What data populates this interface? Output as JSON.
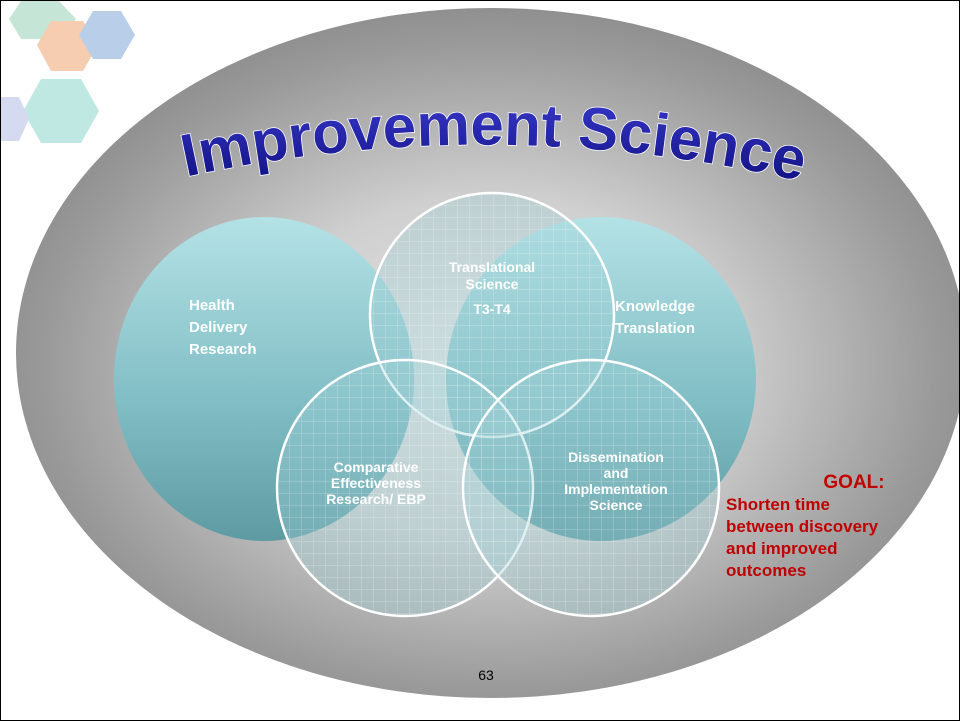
{
  "diagram": {
    "title": "Improvement Science",
    "circles": {
      "health_delivery": [
        "Health",
        "Delivery",
        "Research"
      ],
      "knowledge_translation": [
        "Knowledge",
        "Translation"
      ],
      "translational_science": [
        "Translational",
        "Science",
        "T3-T4"
      ],
      "comparative_effectiveness": [
        "Comparative",
        "Effectiveness",
        "Research/ EBP"
      ],
      "dissemination": [
        "Dissemination",
        "and",
        "Implementation",
        "Science"
      ]
    },
    "goal": {
      "heading": "GOAL:",
      "text": "Shorten time\nbetween discovery\nand improved\noutcomes"
    }
  },
  "page_number": "63",
  "colors": {
    "teal": "#8fc9cf",
    "title_blue": "#1a1a9a",
    "goal_red": "#c00000",
    "outer_gray": "#a8a8a8"
  }
}
